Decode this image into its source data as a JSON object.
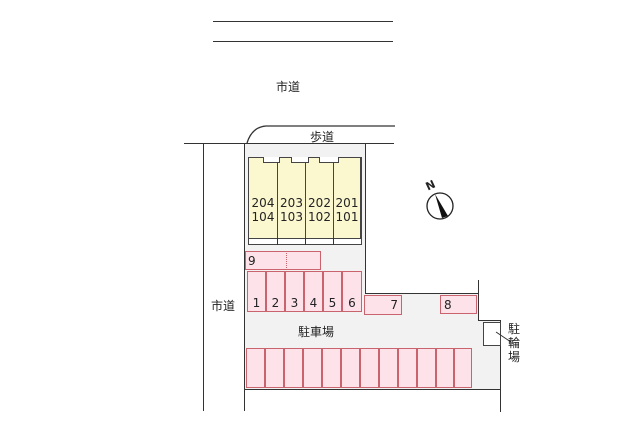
{
  "roads": {
    "top_road_label": "市道",
    "left_road_label": "市道",
    "sidewalk_label": "歩道"
  },
  "site": {
    "parking_lot_label": "駐車場",
    "bicycle_parking_label": [
      "駐",
      "輪",
      "場"
    ]
  },
  "building": {
    "units": [
      {
        "upper": "204",
        "lower": "104"
      },
      {
        "upper": "203",
        "lower": "103"
      },
      {
        "upper": "202",
        "lower": "102"
      },
      {
        "upper": "201",
        "lower": "101"
      }
    ],
    "fill_color": "#fbf8d0"
  },
  "parking": {
    "fill_color": "#fde2ea",
    "border_color": "#c9646f",
    "numbered_row": [
      "1",
      "2",
      "3",
      "4",
      "5",
      "6"
    ],
    "space_9": "9",
    "space_7": "7",
    "space_8": "8",
    "bottom_row_count": 12
  },
  "compass": {
    "north_label": "N"
  }
}
